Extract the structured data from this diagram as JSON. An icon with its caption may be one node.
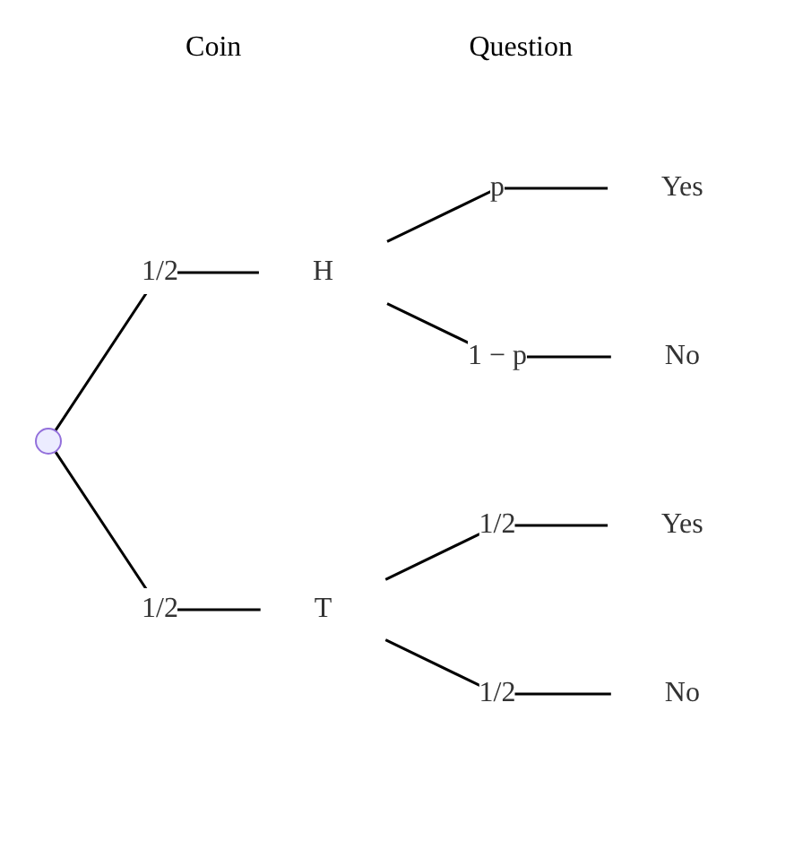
{
  "diagram": {
    "nodes": [
      {
        "text": [],
        "shape": "point"
      },
      {
        "text": [
          "H"
        ]
      },
      {
        "text": [
          "T"
        ]
      },
      {
        "text": [
          "Yes"
        ]
      },
      {
        "text": [
          "No"
        ]
      },
      {
        "text": [
          "Yes"
        ]
      },
      {
        "text": [
          "No"
        ]
      }
    ],
    "edges": [
      {
        "from": 0,
        "to": 1,
        "arrow": "none",
        "label": "1/2"
      },
      {
        "from": 0,
        "to": 2,
        "arrow": "none",
        "label": "1/2"
      },
      {
        "from": 1,
        "to": 3,
        "arrow": "none",
        "label": "p"
      },
      {
        "from": 1,
        "to": 4,
        "arrow": "none",
        "label": "1 − p"
      },
      {
        "from": 2,
        "to": 5,
        "arrow": "none",
        "label": "1/2"
      },
      {
        "from": 2,
        "to": 6,
        "arrow": "none",
        "label": "1/2"
      }
    ],
    "labels": [
      "Coin",
      "Question"
    ]
  }
}
